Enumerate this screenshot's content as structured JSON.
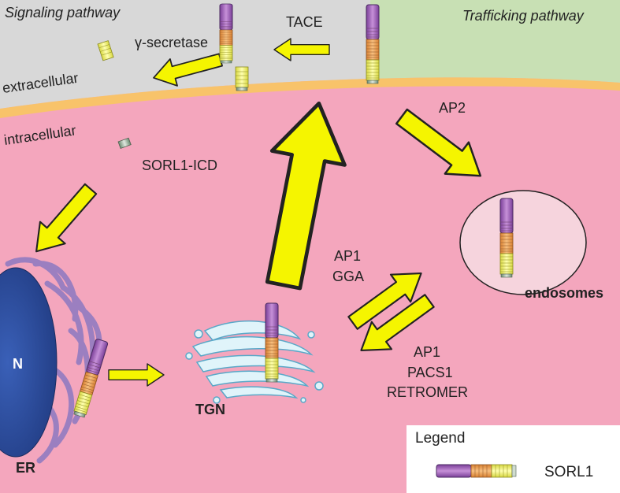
{
  "labels": {
    "signaling_pathway": "Signaling pathway",
    "trafficking_pathway": "Trafficking pathway",
    "tace": "TACE",
    "gamma_secretase": "γ-secretase",
    "extracellular": "extracellular",
    "intracellular": "intracellular",
    "sorl1_icd": "SORL1-ICD",
    "ap2": "AP2",
    "ap1_gga_line1": "AP1",
    "ap1_gga_line2": "GGA",
    "ap1_pacs1_line1": "AP1",
    "ap1_pacs1_line2": "PACS1",
    "ap1_pacs1_line3": "RETROMER",
    "endosomes": "endosomes",
    "tgn": "TGN",
    "n": "N",
    "er": "ER"
  },
  "legend": {
    "title": "Legend",
    "item": "SORL1"
  },
  "colors": {
    "cell": "#f4a6bd",
    "signaling_region": "#d8d8d8",
    "trafficking_region": "#c8e0b4",
    "membrane": "#f8c36a",
    "arrow": "#f5f500",
    "nucleus": "#2f4fa0",
    "er": "#9b7fc0",
    "endosome": "#f6d4dd",
    "sorl1_purple": "#a868c0",
    "sorl1_orange": "#f0a050",
    "sorl1_yellow": "#f0f070"
  }
}
